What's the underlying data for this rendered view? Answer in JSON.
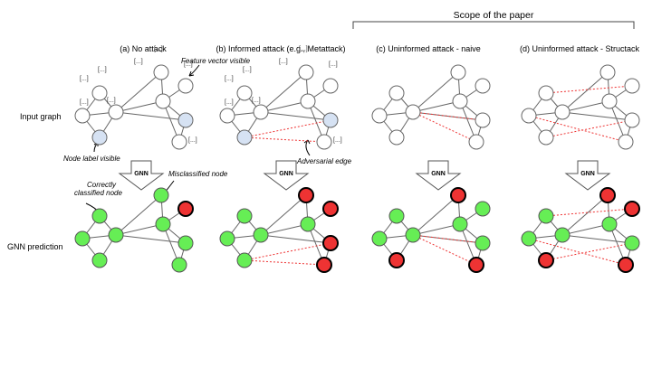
{
  "scope_label": "Scope of the paper",
  "row_labels": {
    "input": "Input graph",
    "prediction": "GNN prediction"
  },
  "panels": [
    {
      "title": "(a) No attack"
    },
    {
      "title": "(b) Informed attack (e.g., Metattack)"
    },
    {
      "title": "(c) Uninformed attack - naive"
    },
    {
      "title": "(d) Uninformed attack - Structack"
    }
  ],
  "arrow_label": "GNN",
  "feature_placeholder": "[...]",
  "annotations": {
    "feature_vector": "Feature vector visible",
    "node_label": "Node label visible",
    "adversarial_edge": "Adversarial edge",
    "misclassified": "Misclassified node",
    "correct_line1": "Correctly",
    "correct_line2": "classified node"
  },
  "colors": {
    "node_default": "#ffffff",
    "node_labeled": "#d6e2f3",
    "correct": "#66ee55",
    "misclassified": "#ee3333",
    "edge": "#666666",
    "adversarial_edge": "#ee3333"
  }
}
